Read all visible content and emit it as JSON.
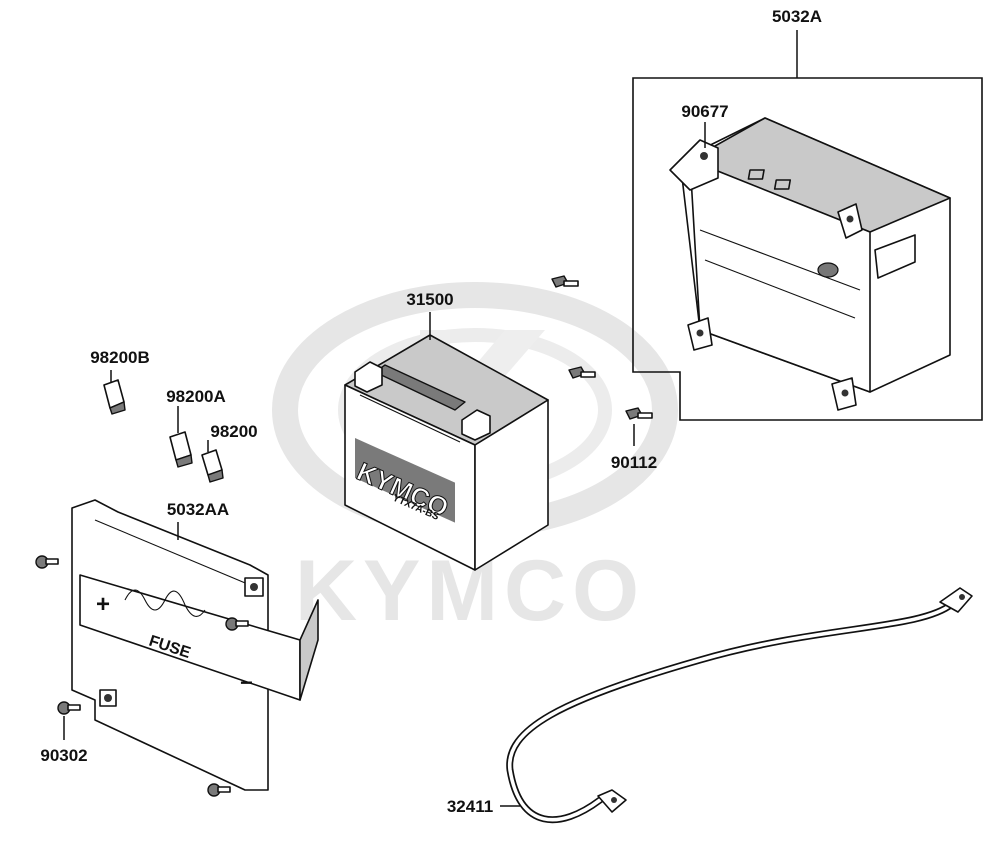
{
  "watermark": {
    "text": "KYMCO",
    "logo": "kymco-k-logo",
    "color": "#e6e6e6"
  },
  "callouts": {
    "tray_assembly": "5032A",
    "tray_bolt": "90677",
    "battery": "31500",
    "battery_bolt": "90112",
    "fuse_b": "98200B",
    "fuse_a": "98200A",
    "fuse": "98200",
    "fuse_holder": "5032AA",
    "holder_screw": "90302",
    "battery_cable": "32411"
  },
  "battery": {
    "brand": "KYMCO",
    "model": "YTX7A-BS"
  },
  "fuse_holder": {
    "label": "FUSE",
    "plus": "+",
    "minus": "−"
  }
}
